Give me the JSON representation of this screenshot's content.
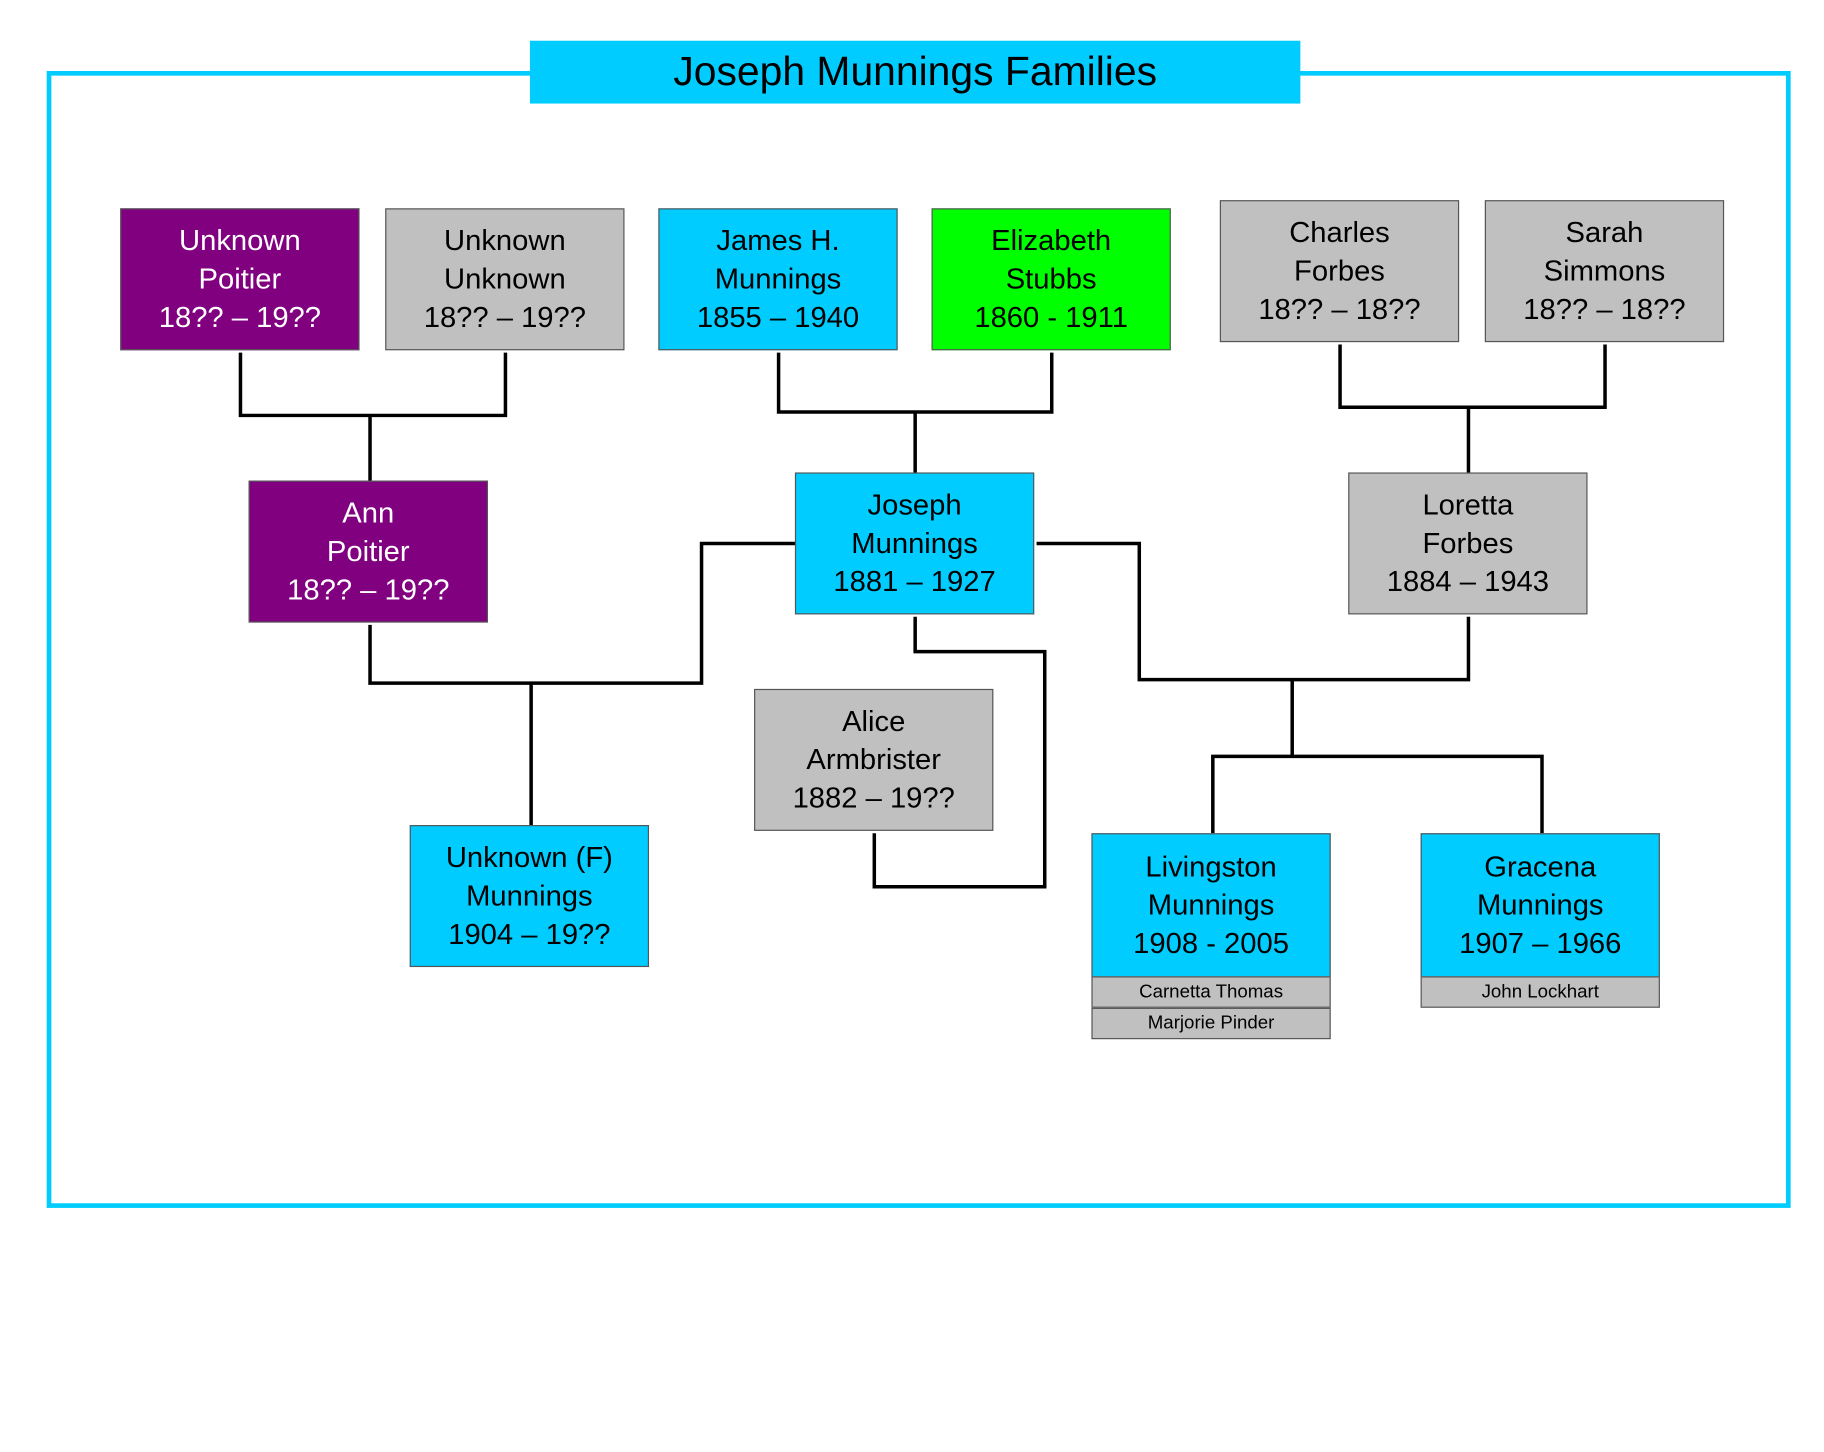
{
  "title": "Joseph Munnings Families",
  "people": {
    "unknown_poitier": {
      "first": "Unknown",
      "last": "Poitier",
      "dates": "18?? – 19??"
    },
    "unknown_unknown": {
      "first": "Unknown",
      "last": "Unknown",
      "dates": "18?? – 19??"
    },
    "james_munnings": {
      "first": "James H.",
      "last": "Munnings",
      "dates": "1855 – 1940"
    },
    "elizabeth_stubbs": {
      "first": "Elizabeth",
      "last": "Stubbs",
      "dates": "1860 - 1911"
    },
    "charles_forbes": {
      "first": "Charles",
      "last": "Forbes",
      "dates": "18?? – 18??"
    },
    "sarah_simmons": {
      "first": "Sarah",
      "last": "Simmons",
      "dates": "18?? – 18??"
    },
    "ann_poitier": {
      "first": "Ann",
      "last": "Poitier",
      "dates": "18?? – 19??"
    },
    "joseph_munnings": {
      "first": "Joseph",
      "last": "Munnings",
      "dates": "1881 – 1927"
    },
    "loretta_forbes": {
      "first": "Loretta",
      "last": "Forbes",
      "dates": "1884 – 1943"
    },
    "alice_armbrister": {
      "first": "Alice",
      "last": "Armbrister",
      "dates": "1882 – 19??"
    },
    "unknown_f_munnings": {
      "first": "Unknown (F)",
      "last": "Munnings",
      "dates": "1904 – 19??"
    },
    "livingston_munnings": {
      "first": "Livingston",
      "last": "Munnings",
      "dates": "1908 - 2005",
      "spouses": [
        "Carnetta Thomas",
        "Marjorie Pinder"
      ]
    },
    "gracena_munnings": {
      "first": "Gracena",
      "last": "Munnings",
      "dates": "1907 – 1966",
      "spouses": [
        "John Lockhart"
      ]
    }
  },
  "colors": {
    "border_title": "#00ccff",
    "purple": "#800080",
    "gray": "#c0c0c0",
    "blue": "#00ccff",
    "green": "#00ff00"
  }
}
